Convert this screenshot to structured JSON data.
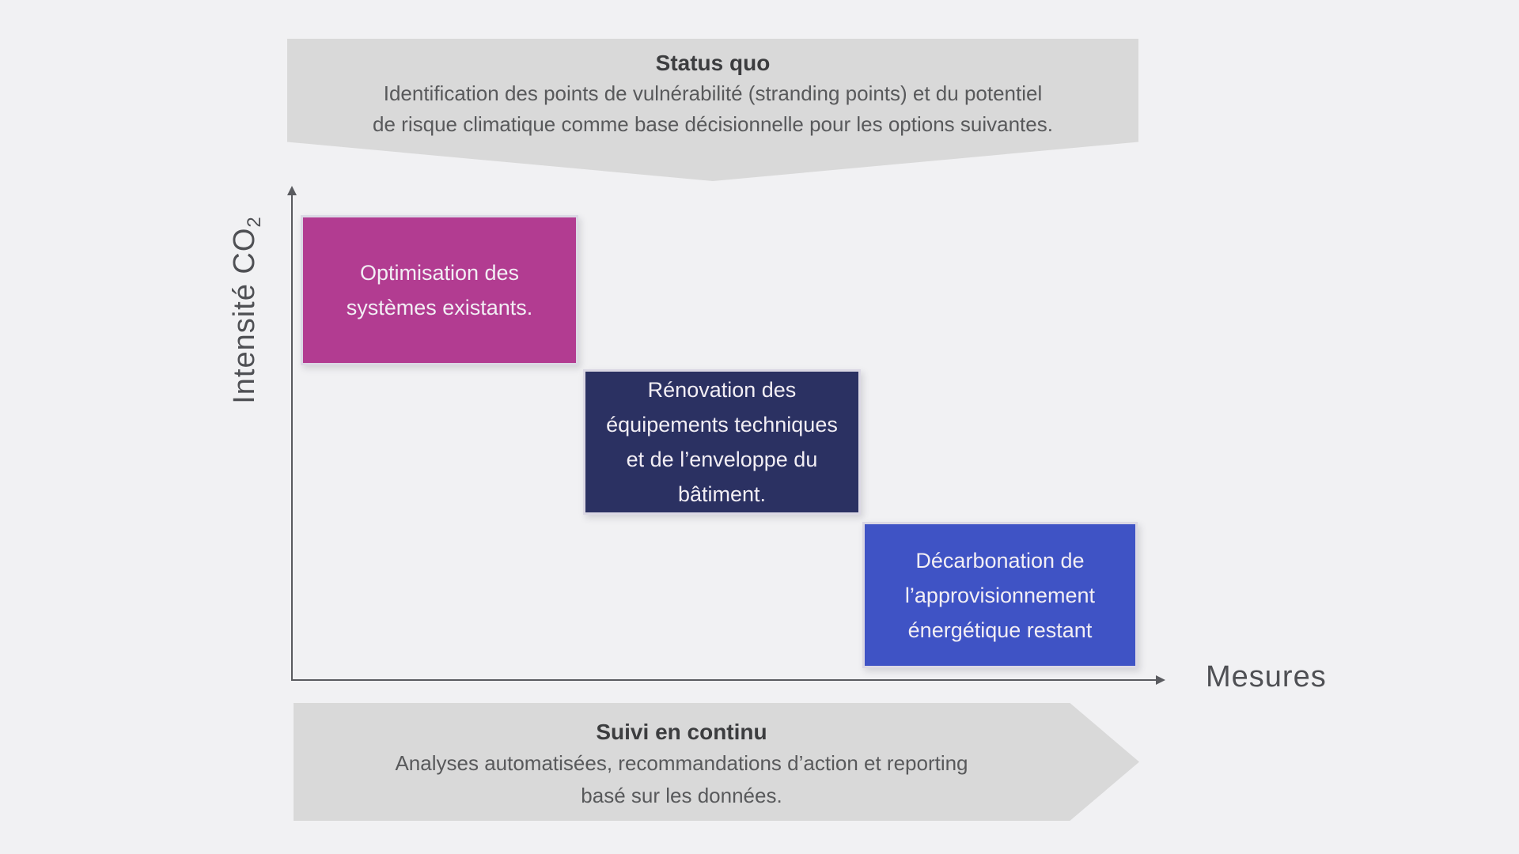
{
  "colors": {
    "background": "#f1f1f3",
    "banner_fill": "#d9d9d9",
    "axis": "#5a5b5f",
    "box_border": "#dbd8e4",
    "box_text": "#f2eef4",
    "title_text": "#3c3d3f",
    "body_text": "#58595b"
  },
  "banner_top": {
    "fill": "#d9d9d9",
    "title": "Status quo",
    "line1": "Identification des points de vulnérabilité (stranding points) et du potentiel",
    "line2": "de risque climatique comme base décisionnelle pour les options suivantes."
  },
  "axes": {
    "y_label_main": "Intensité CO",
    "y_label_sub": "2",
    "x_label": "Mesures"
  },
  "steps": [
    {
      "fill": "#b23c91",
      "lines": [
        "Optimisation des",
        "systèmes existants."
      ]
    },
    {
      "fill": "#2b3162",
      "lines": [
        "Rénovation des",
        "équipements techniques",
        "et de l’enveloppe du",
        "bâtiment."
      ]
    },
    {
      "fill": "#3f53c5",
      "lines": [
        "Décarbonation de",
        "l’approvisionnement",
        "énergétique restant"
      ]
    }
  ],
  "banner_bottom": {
    "fill": "#d9d9d9",
    "title": "Suivi en continu",
    "line1": "Analyses automatisées, recommandations d’action et reporting",
    "line2": "basé sur les données."
  }
}
